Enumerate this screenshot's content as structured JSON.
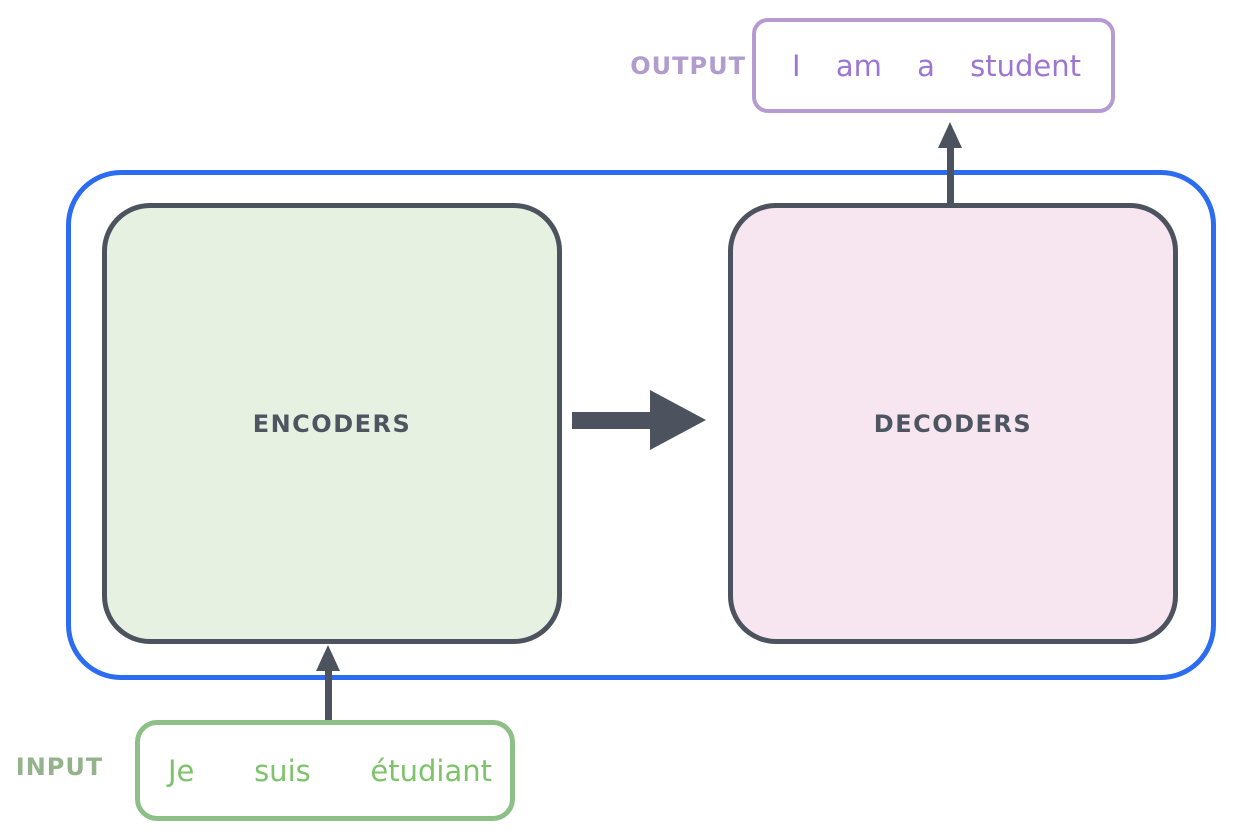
{
  "diagram": {
    "title": "transformer-encoders-decoders-overview",
    "output": {
      "label": "OUTPUT",
      "words": [
        "I",
        "am",
        "a",
        "student"
      ]
    },
    "input": {
      "label": "INPUT",
      "words": [
        "Je",
        "suis",
        "étudiant"
      ]
    },
    "encoders": {
      "label": "ENCODERS"
    },
    "decoders": {
      "label": "DECODERS"
    },
    "arrows": [
      "input-to-encoders",
      "encoders-to-decoders",
      "decoders-to-output"
    ],
    "colors": {
      "outer_border": "#2b6cf0",
      "stack_border": "#4d535e",
      "stack_label_text": "#4d5560",
      "encoders_fill": "#e7f1e2",
      "decoders_fill": "#f7e5f0",
      "arrow": "#4d535e",
      "output_border": "#b79ad2",
      "output_text": "#9c76d2",
      "output_label_text": "#b29ccd",
      "input_border": "#8fbf88",
      "input_text": "#7cc36a",
      "input_label_text": "#94b38c",
      "background": "#ffffff"
    }
  }
}
